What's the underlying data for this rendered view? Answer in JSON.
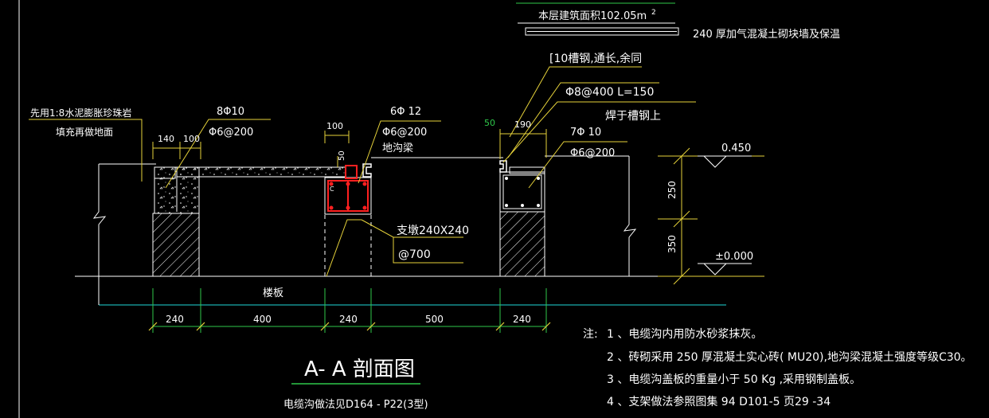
{
  "colors": {
    "background": "#000000",
    "line_white": "#ffffff",
    "line_yellow": "#e6d23a",
    "line_cyan": "#1fd8d8",
    "line_green": "#2fc84a",
    "rebar_red": "#ff2020",
    "text_white": "#ffffff",
    "text_green": "#2fc84a"
  },
  "header": {
    "area_label": "本层建筑面积102.05m",
    "area_superscript": "2",
    "insulation_note": "240 厚加气混凝土砌块墙及保温"
  },
  "labels": {
    "channel_steel": "[10槽钢,通长,余同",
    "anchor_bar": "Φ8@400  L=150",
    "weld_note": "焊于槽钢上",
    "fill_note_1": "先用1:8水泥膨胀珍珠岩",
    "fill_note_2": "填充再做地面",
    "rebar_left_main": "8Φ10",
    "rebar_left_stirrup": "Φ6@200",
    "rebar_mid_main": "6Φ 12",
    "rebar_mid_stirrup": "Φ6@200",
    "beam_name": "地沟梁",
    "rebar_right_main": "7Φ 10",
    "rebar_right_stirrup": "Φ6@200",
    "support_1": "支墩240X240",
    "support_2": "@700",
    "floor_slab": "楼板",
    "level_top": "0.450",
    "level_zero": "±0.000",
    "v_dim_top": "250",
    "v_dim_bottom": "350",
    "dim_140": "140",
    "dim_100_a": "100",
    "dim_100_b": "100",
    "dim_50_small": "50",
    "dim_50_green": "50",
    "dim_190": "190",
    "section_title": "A- A  剖面图",
    "section_ref": "电缆沟做法见D164 - P22(3型)"
  },
  "bottom_dims": [
    "240",
    "400",
    "240",
    "500",
    "240"
  ],
  "notes": {
    "prefix": "注:",
    "items": [
      "1 、电缆沟内用防水砂浆抹灰。",
      "2 、砖砌采用   250  厚混凝土实心砖(       MU20),地沟梁混凝土强度等级C30。",
      "3 、电缆沟盖板的重量小于        50 Kg ,采用钢制盖板。",
      "4 、支架做法参照图集      94 D101-5      页29 -34"
    ]
  }
}
